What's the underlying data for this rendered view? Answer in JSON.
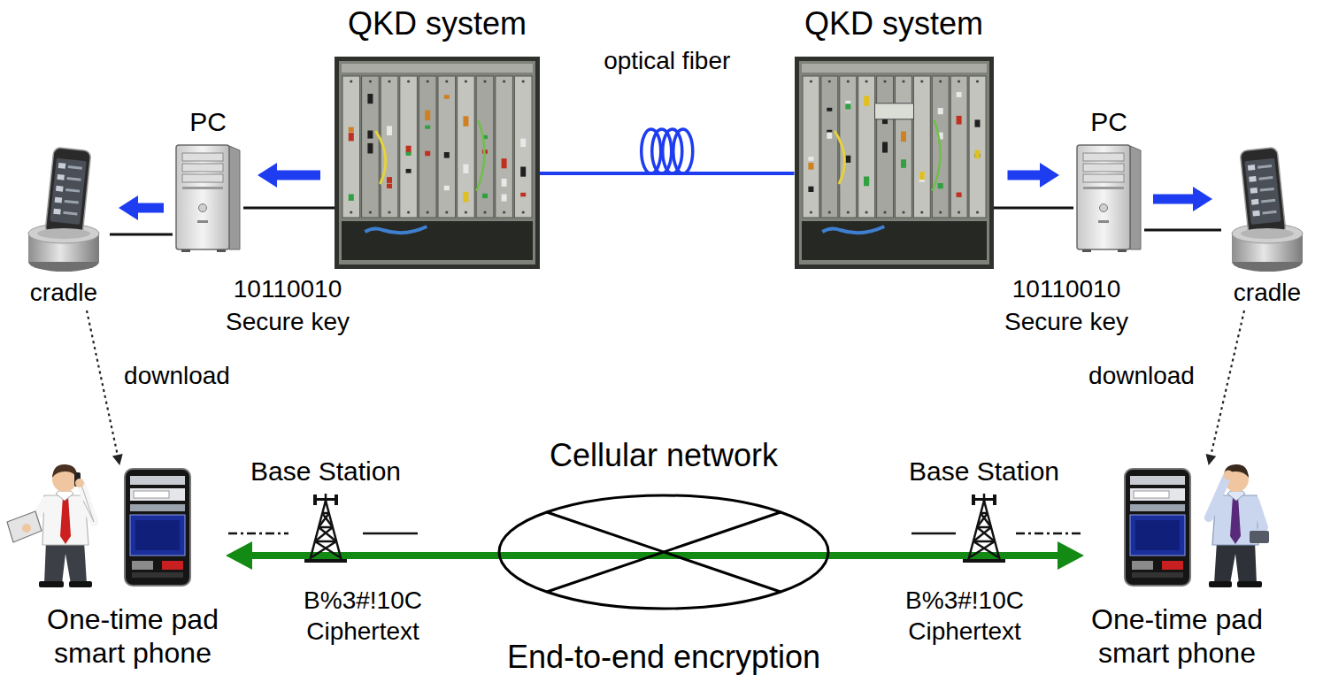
{
  "diagram": {
    "nodes": [
      {
        "text": [
          "QKD system"
        ]
      },
      {
        "text": [
          "QKD system"
        ]
      },
      {
        "text": [
          "PC"
        ]
      },
      {
        "text": [
          "PC"
        ]
      },
      {
        "text": [
          "cradle"
        ]
      },
      {
        "text": [
          "cradle"
        ]
      },
      {
        "text": [
          "One-time pad smart phone"
        ]
      },
      {
        "text": [
          "One-time pad smart phone"
        ]
      },
      {
        "text": [
          "Base Station"
        ]
      },
      {
        "text": [
          "Base Station"
        ]
      },
      {
        "text": [
          "Cellular network"
        ]
      }
    ],
    "edges": [
      {
        "from": 0,
        "to": 1,
        "arrow": "none",
        "label": "optical fiber"
      },
      {
        "from": 0,
        "to": 2,
        "arrow": "to"
      },
      {
        "from": 2,
        "to": 4,
        "arrow": "to"
      },
      {
        "from": 1,
        "to": 3,
        "arrow": "to"
      },
      {
        "from": 3,
        "to": 5,
        "arrow": "to"
      },
      {
        "from": 4,
        "to": 6,
        "arrow": "to",
        "label": "download"
      },
      {
        "from": 5,
        "to": 7,
        "arrow": "to",
        "label": "download"
      },
      {
        "from": 6,
        "to": 7,
        "arrow": "both"
      }
    ],
    "labels": [
      "10110010",
      "Secure key",
      "10110010",
      "Secure key",
      "B%3#!10C",
      "Ciphertext",
      "B%3#!10C",
      "Ciphertext",
      "End-to-end encryption"
    ]
  }
}
